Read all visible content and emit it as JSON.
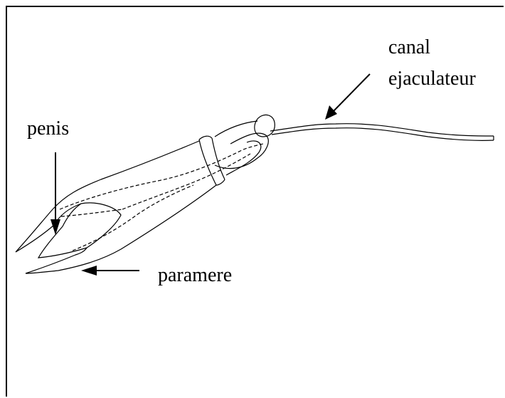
{
  "labels": {
    "penis": "penis",
    "paramere": "paramere",
    "canal_line1": "canal",
    "canal_line2": "ejaculateur"
  }
}
